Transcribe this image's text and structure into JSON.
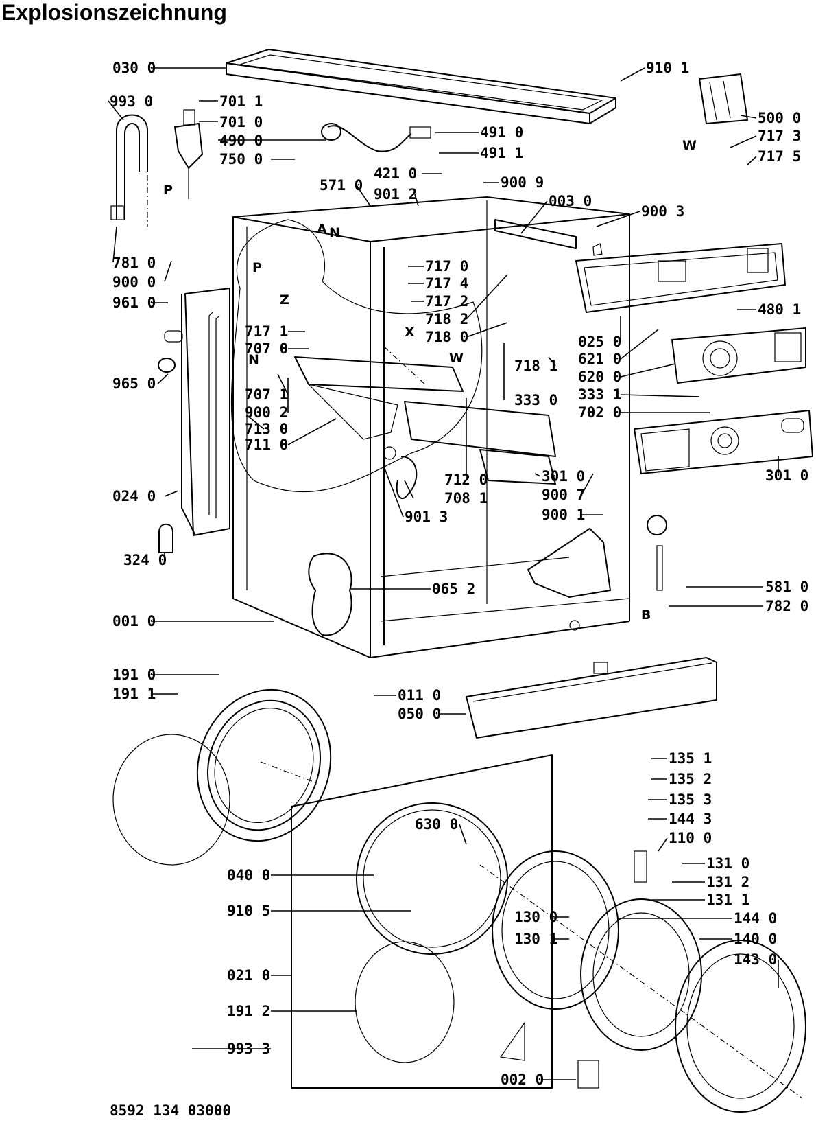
{
  "title": "Explosionszeichnung",
  "footer_code": "8592 134 03000",
  "part_labels": [
    "030 0",
    "910 1",
    "993 0",
    "701 1",
    "701 0",
    "490 0",
    "491 0",
    "491 1",
    "750 0",
    "500 0",
    "717 3",
    "717 5",
    "421 0",
    "571 0",
    "901 2",
    "900 9",
    "003 0",
    "900 3",
    "781 0",
    "900 0",
    "717 0",
    "717 4",
    "717 2",
    "718 2",
    "718 0",
    "961 0",
    "480 1",
    "717 1",
    "707 0",
    "025 0",
    "621 0",
    "620 0",
    "965 0",
    "718 1",
    "333 1",
    "702 0",
    "707 1",
    "900 2",
    "713 0",
    "333 0",
    "711 0",
    "301 0",
    "900 7",
    "301 0",
    "024 0",
    "712 0",
    "708 1",
    "900 1",
    "901 3",
    "324 0",
    "581 0",
    "065 2",
    "782 0",
    "001 0",
    "191 0",
    "011 0",
    "191 1",
    "050 0",
    "135 1",
    "135 2",
    "135 3",
    "144 3",
    "630 0",
    "110 0",
    "040 0",
    "131 0",
    "131 2",
    "131 1",
    "910 5",
    "130 0",
    "144 0",
    "130 1",
    "140 0",
    "021 0",
    "143 0",
    "191 2",
    "993 3",
    "002 0"
  ],
  "markers": [
    "P",
    "A",
    "N",
    "P",
    "Z",
    "X",
    "W",
    "N",
    "W",
    "B"
  ]
}
